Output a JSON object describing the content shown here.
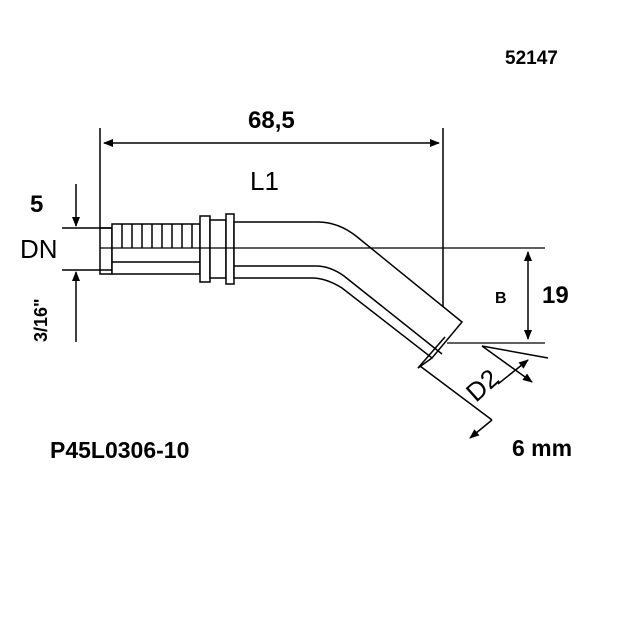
{
  "drawing_number": "52147",
  "part_number": "P45L0306-10",
  "size_label": "6 mm",
  "dimensions": {
    "overall_length": "68,5",
    "length_label": "L1",
    "dn_value": "5",
    "dn_label": "DN",
    "thread_size": "3/16\"",
    "offset_label": "B",
    "offset_value": "19",
    "diameter_label": "D2"
  },
  "colors": {
    "line": "#000000",
    "background": "#ffffff"
  }
}
